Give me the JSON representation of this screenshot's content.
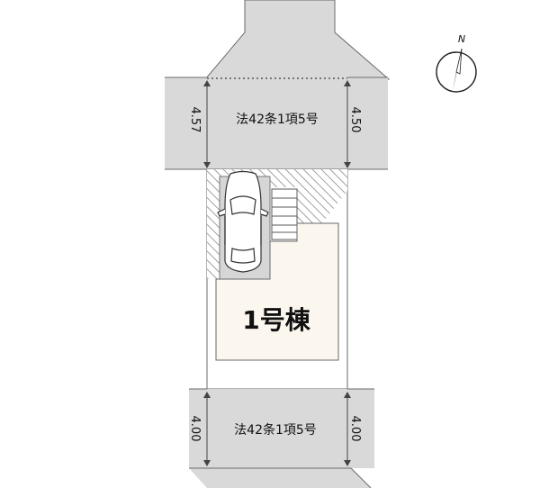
{
  "north": {
    "label": "N",
    "icon": "north-arrow-icon"
  },
  "roads": {
    "north": {
      "label": "法42条1項5号",
      "width_left": "4.57",
      "width_right": "4.50"
    },
    "south": {
      "label": "法42条1項5号",
      "width_left": "4.00",
      "width_right": "4.00"
    }
  },
  "building": {
    "label": "1号棟"
  },
  "parking": {
    "icon": "car-icon"
  },
  "colors": {
    "road": "#d9d9d9",
    "building": "#fbf6ee",
    "parking": "#d6d6d6",
    "line": "#5a5a5a"
  }
}
